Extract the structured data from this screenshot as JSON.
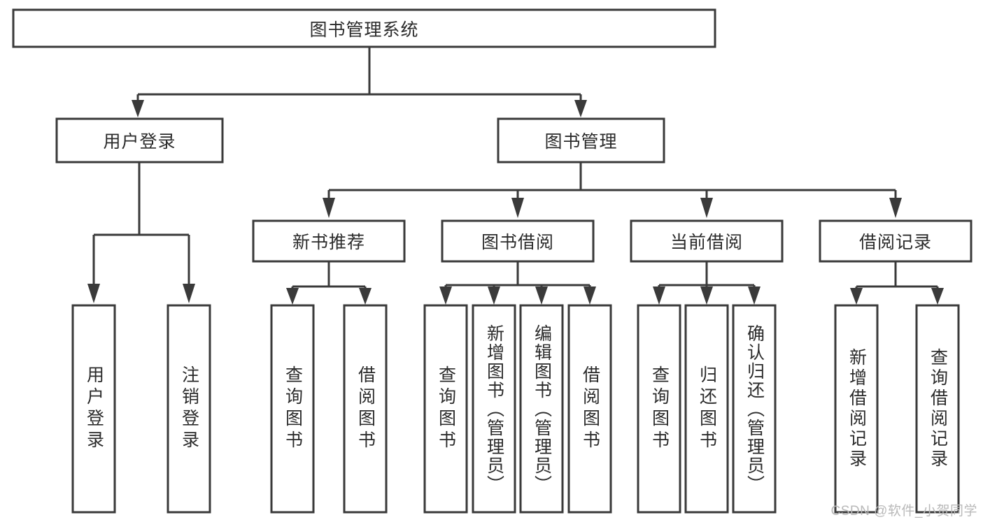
{
  "diagram": {
    "title": "图书管理系统",
    "type": "tree",
    "watermark": "CSDN @软件_小贺同学",
    "colors": {
      "box_stroke": "#3a3a3a",
      "box_fill": "#ffffff",
      "text": "#2b2b2b",
      "background": "#ffffff",
      "watermark": "#b9b9b9"
    },
    "levels": {
      "root": {
        "label": "图书管理系统"
      },
      "level2": [
        {
          "label": "用户登录"
        },
        {
          "label": "图书管理"
        }
      ],
      "level3": [
        {
          "label": "新书推荐"
        },
        {
          "label": "图书借阅"
        },
        {
          "label": "当前借阅"
        },
        {
          "label": "借阅记录"
        }
      ],
      "leaves": {
        "user_login": [
          {
            "label": "用户登录"
          },
          {
            "label": "注销登录"
          }
        ],
        "new_book_recommend": [
          {
            "label": "查询图书"
          },
          {
            "label": "借阅图书"
          }
        ],
        "book_borrow": [
          {
            "label": "查询图书"
          },
          {
            "label": "新增图书（管理员）"
          },
          {
            "label": "编辑图书（管理员）"
          },
          {
            "label": "借阅图书"
          }
        ],
        "current_borrow": [
          {
            "label": "查询图书"
          },
          {
            "label": "归还图书"
          },
          {
            "label": "确认归还（管理员）"
          }
        ],
        "borrow_record": [
          {
            "label": "新增借阅记录"
          },
          {
            "label": "查询借阅记录"
          }
        ]
      }
    }
  }
}
